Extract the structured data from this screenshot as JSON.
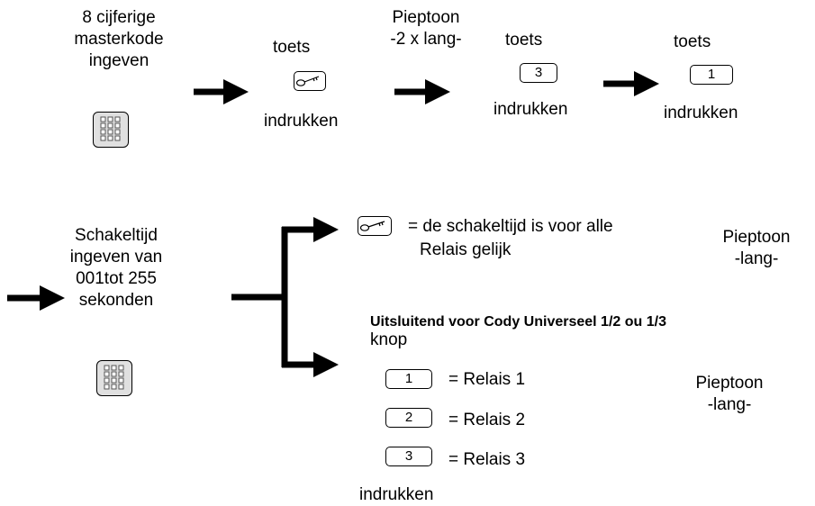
{
  "steps": {
    "step1": [
      "8 cijferige",
      "masterkode",
      "ingeven"
    ],
    "step2_top": "toets",
    "step2_bottom": "indrukken",
    "step3": [
      "Pieptoon",
      "-2 x lang-"
    ],
    "step4_top": "toets",
    "step4_key": "3",
    "step4_bottom": "indrukken",
    "step5_top": "toets",
    "step5_key": "1",
    "step5_bottom": "indrukken"
  },
  "schakeltijd": [
    "Schakeltijd",
    "ingeven van",
    "001tot 255",
    "sekonden"
  ],
  "branch_top": {
    "text1": "= de schakeltijd is voor alle",
    "text2": "Relais gelijk",
    "tone": [
      "Pieptoon",
      "-lang-"
    ]
  },
  "branch_bottom": {
    "heading": "Uitsluitend voor Cody Universeel 1/2 ou 1/3",
    "sub": "knop",
    "options": [
      {
        "key": "1",
        "label": "= Relais 1"
      },
      {
        "key": "2",
        "label": "= Relais 2"
      },
      {
        "key": "3",
        "label": "= Relais 3"
      }
    ],
    "footer": "indrukken",
    "tone": [
      "Pieptoon",
      "-lang-"
    ]
  },
  "icons": [
    "key-icon",
    "keypad-icon",
    "arrow-icon"
  ]
}
